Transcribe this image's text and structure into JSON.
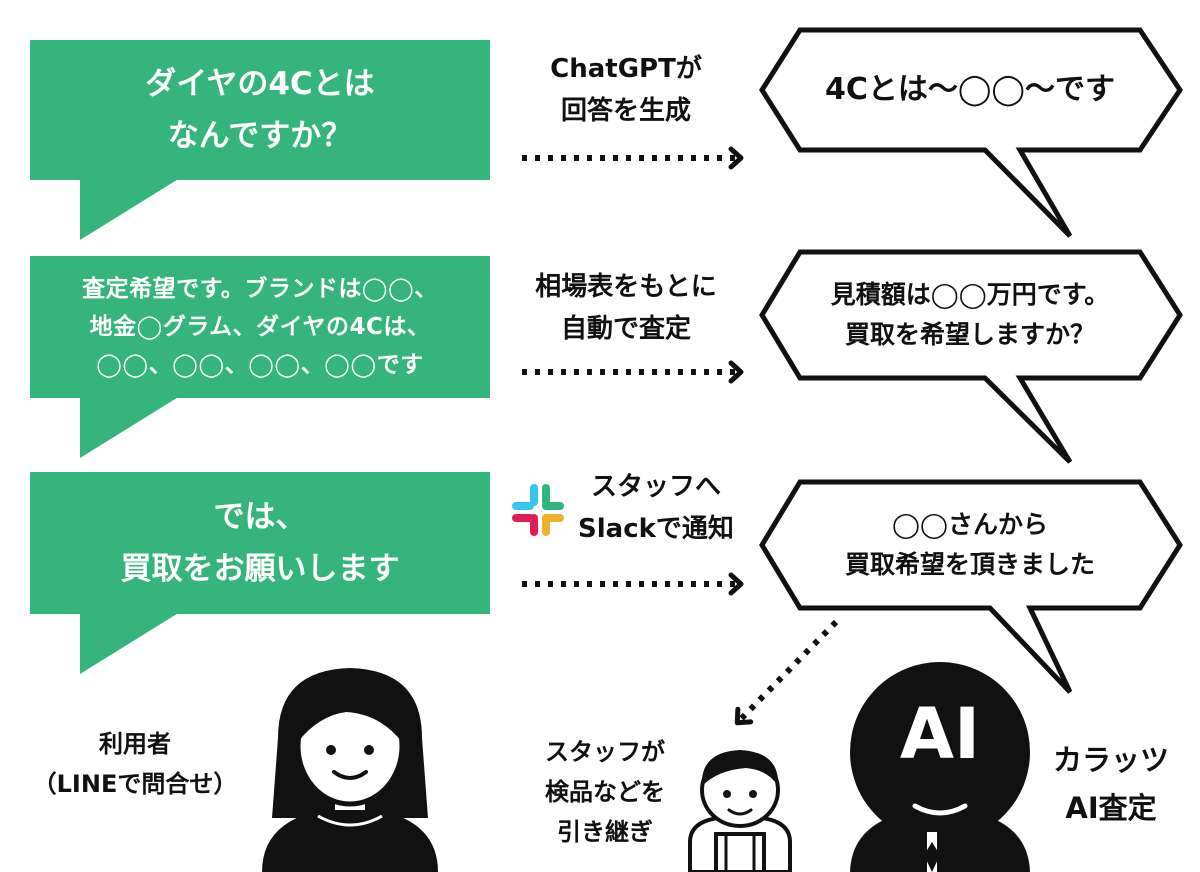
{
  "colors": {
    "green": "#35b47c",
    "ink": "#111111",
    "paper": "#ffffff"
  },
  "user_messages": [
    {
      "lines": [
        "ダイヤの4Cとは",
        "なんですか？"
      ]
    },
    {
      "lines": [
        "査定希望です。ブランドは◯◯、",
        "地金◯グラム、ダイヤの4Cは、",
        "◯◯、◯◯、◯◯、◯◯です"
      ]
    },
    {
      "lines": [
        "では、",
        "買取をお願いします"
      ]
    }
  ],
  "steps": [
    {
      "lines": [
        "ChatGPTが",
        "回答を生成"
      ]
    },
    {
      "lines": [
        "相場表をもとに",
        "自動で査定"
      ]
    },
    {
      "lines": [
        "スタッフへ",
        "Slackで通知"
      ],
      "icon": "slack-icon"
    }
  ],
  "ai_replies": [
    {
      "lines": [
        "4Cとは〜◯◯〜です"
      ]
    },
    {
      "lines": [
        "見積額は◯◯万円です。",
        "買取を希望しますか？"
      ]
    },
    {
      "lines": [
        "◯◯さんから",
        "買取希望を頂きました"
      ]
    }
  ],
  "actors": {
    "user": {
      "lines": [
        "利用者",
        "（LINEで問合せ）"
      ],
      "icon": "woman-icon"
    },
    "staff": {
      "lines": [
        "スタッフが",
        "検品などを",
        "引き継ぎ"
      ],
      "icon": "staff-icon"
    },
    "ai": {
      "badge": "AI",
      "lines": [
        "カラッツ",
        "AI査定"
      ],
      "icon": "ai-robot-icon"
    }
  }
}
